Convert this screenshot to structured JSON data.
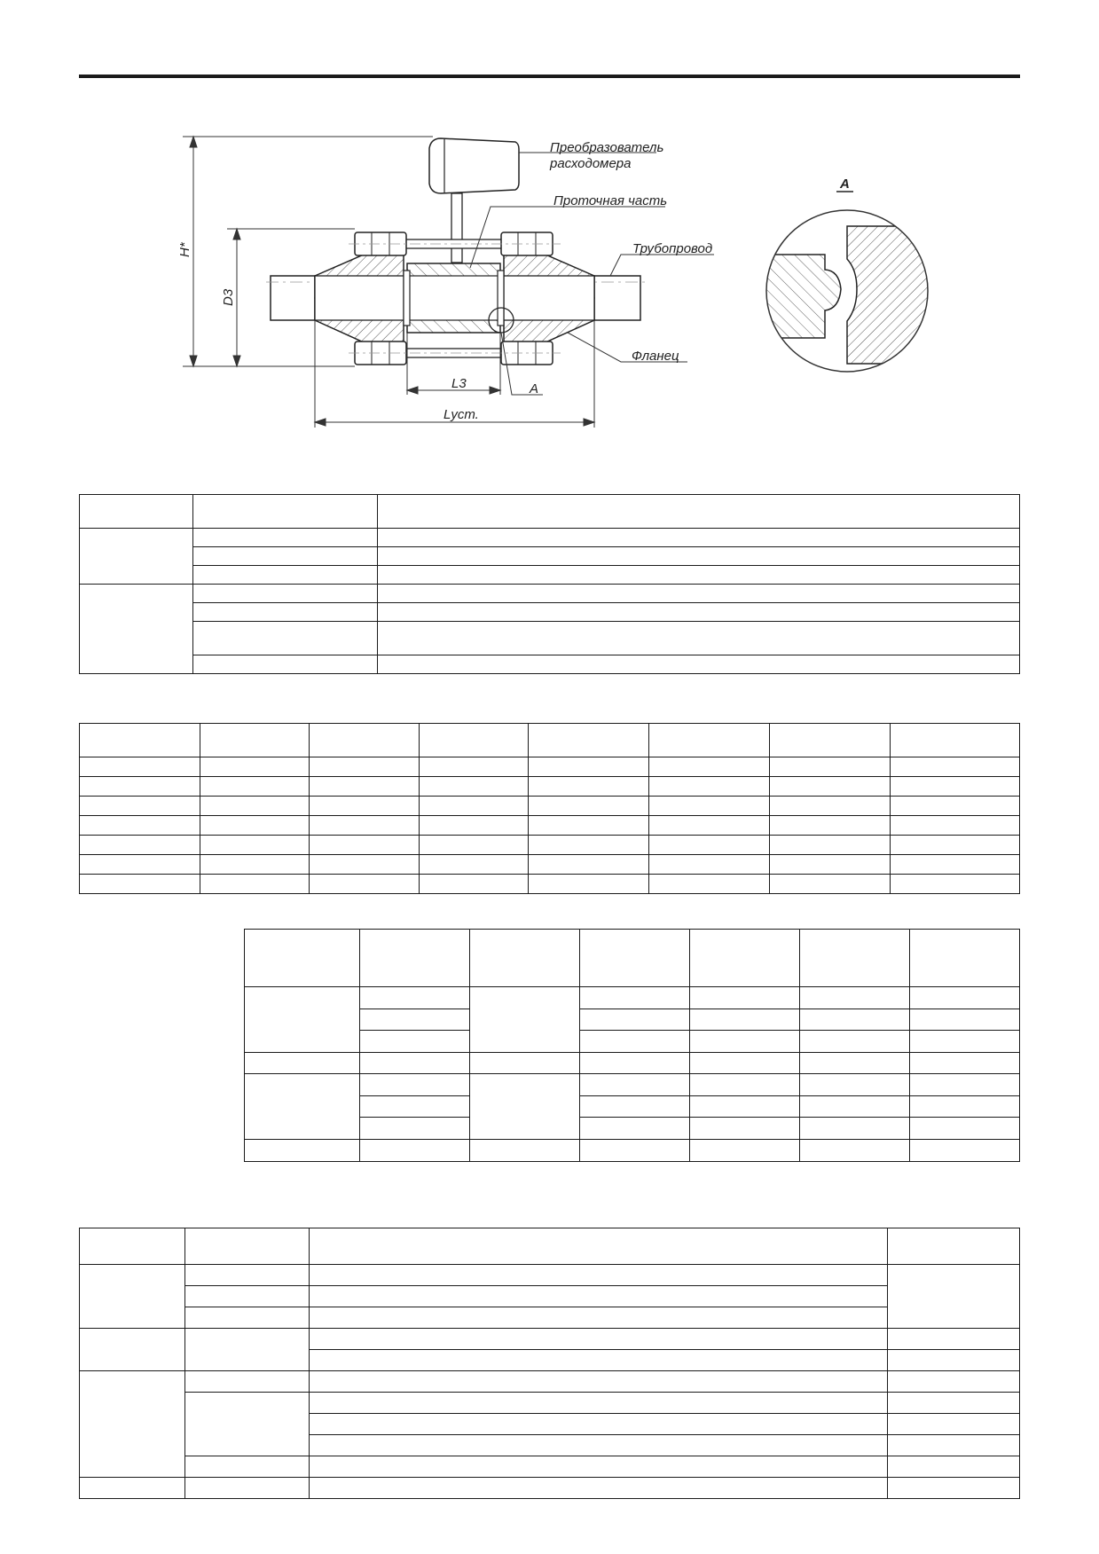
{
  "drawing": {
    "labels": {
      "converter": [
        "Преобразователь",
        "расходомера"
      ],
      "flow_part": "Проточная часть",
      "pipeline": "Трубопровод",
      "flange": "Фланец",
      "detail_a": "A",
      "detail_marker": "A",
      "dim_h": "H*",
      "dim_d3": "D3",
      "dim_l3": "L3",
      "dim_lust": "Lуст."
    }
  }
}
